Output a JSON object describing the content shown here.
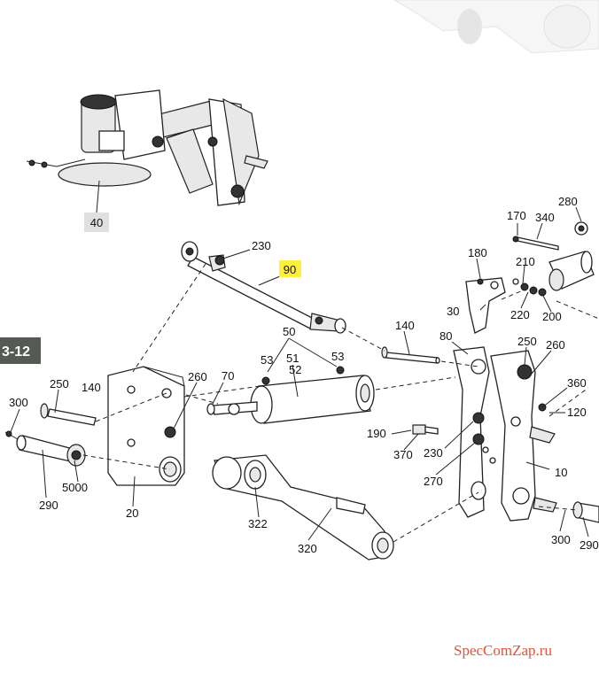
{
  "section_label": "3-12",
  "watermark": "SpecComZap.ru",
  "highlight_color": "#ffef3a",
  "watermark_color": "#e2523a",
  "callouts": {
    "c40": "40",
    "c230a": "230",
    "c90": "90",
    "c140a": "140",
    "c50": "50",
    "c53a": "53",
    "c51": "51",
    "c52": "52",
    "c53b": "53",
    "c260a": "260",
    "c70": "70",
    "c250a": "250",
    "c140b": "140",
    "c300a": "300",
    "c5000": "5000",
    "c290a": "290",
    "c20": "20",
    "c322": "322",
    "c320": "320",
    "c170": "170",
    "c340": "340",
    "c280": "280",
    "c180": "180",
    "c210": "210",
    "c30": "30",
    "c220": "220",
    "c200": "200",
    "c80": "80",
    "c250b": "250",
    "c260b": "260",
    "c360": "360",
    "c120": "120",
    "c190": "190",
    "c370": "370",
    "c230b": "230",
    "c270": "270",
    "c10": "10",
    "c300b": "300",
    "c290b": "290"
  }
}
